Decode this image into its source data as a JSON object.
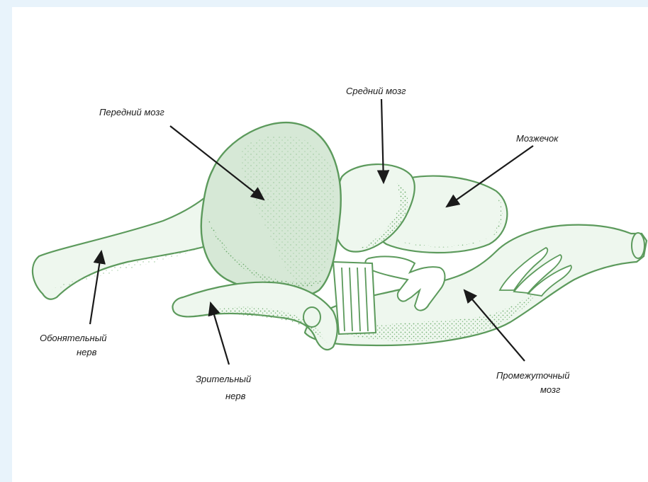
{
  "diagram": {
    "labels": {
      "forebrain": "Передний мозг",
      "midbrain": "Средний мозг",
      "cerebellum": "Мозжечок",
      "olfactory_line1": "Обонятельный",
      "olfactory_line2": "нерв",
      "optic_line1": "Зрительный",
      "optic_line2": "нерв",
      "diencephalon_line1": "Промежуточный",
      "diencephalon_line2": "мозг"
    },
    "colors": {
      "outline": "#5c9a5c",
      "fill_light": "#eef7ee",
      "fill_shaded": "#d6e8d6",
      "stipple": "#6aaa6a"
    }
  }
}
